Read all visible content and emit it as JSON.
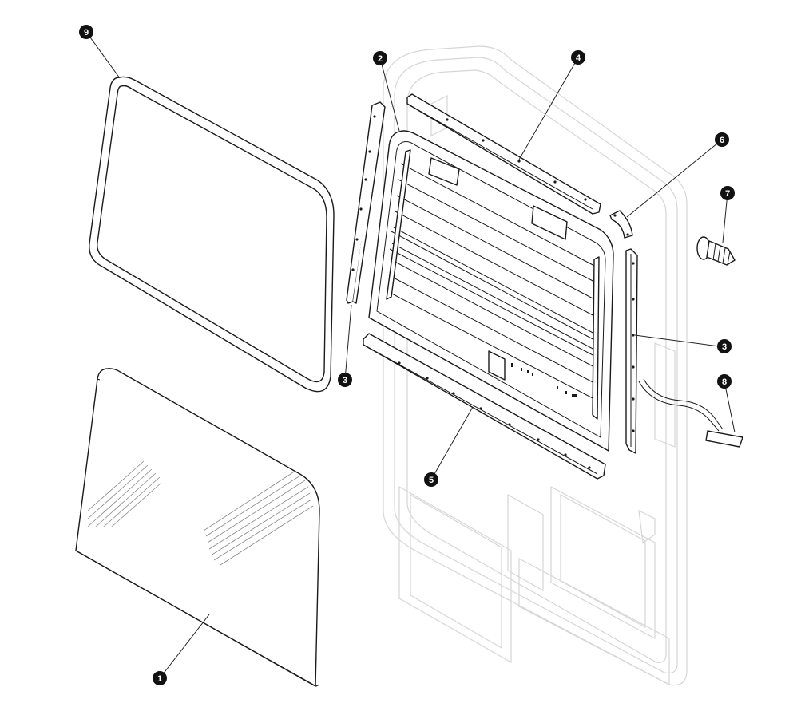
{
  "diagram": {
    "callouts": [
      {
        "id": "callout-1",
        "label": "1"
      },
      {
        "id": "callout-2",
        "label": "2"
      },
      {
        "id": "callout-3a",
        "label": "3"
      },
      {
        "id": "callout-3b",
        "label": "3"
      },
      {
        "id": "callout-4",
        "label": "4"
      },
      {
        "id": "callout-5",
        "label": "5"
      },
      {
        "id": "callout-6",
        "label": "6"
      },
      {
        "id": "callout-7",
        "label": "7"
      },
      {
        "id": "callout-8",
        "label": "8"
      },
      {
        "id": "callout-9",
        "label": "9"
      }
    ]
  }
}
